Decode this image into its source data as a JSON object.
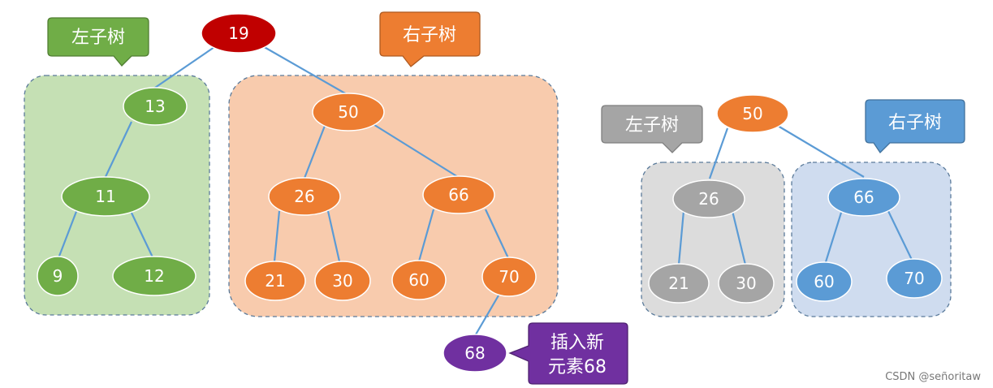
{
  "colors": {
    "green": "#70ad47",
    "green_region": "#c5e0b4",
    "orange": "#ed7d31",
    "orange_region": "#f8cbad",
    "red": "#c00000",
    "purple": "#7030a0",
    "gray": "#a5a5a5",
    "gray_region": "#dcdcdc",
    "blue": "#5b9bd5",
    "blue_region": "#cfdcef",
    "edge": "#5b9bd5"
  },
  "left_tree": {
    "root": "19",
    "left_subtree": {
      "label": "左子树",
      "nodes": [
        "13",
        "11",
        "9",
        "12"
      ]
    },
    "right_subtree": {
      "label": "右子树",
      "nodes": [
        "50",
        "26",
        "66",
        "21",
        "30",
        "60",
        "70"
      ]
    },
    "inserted_node": "68",
    "insert_callout": [
      "插入新",
      "元素68"
    ]
  },
  "right_tree": {
    "root": "50",
    "left_subtree": {
      "label": "左子树",
      "nodes": [
        "26",
        "21",
        "30"
      ]
    },
    "right_subtree": {
      "label": "右子树",
      "nodes": [
        "66",
        "60",
        "70"
      ]
    }
  },
  "footer": {
    "credit": "CSDN @señoritaw"
  }
}
